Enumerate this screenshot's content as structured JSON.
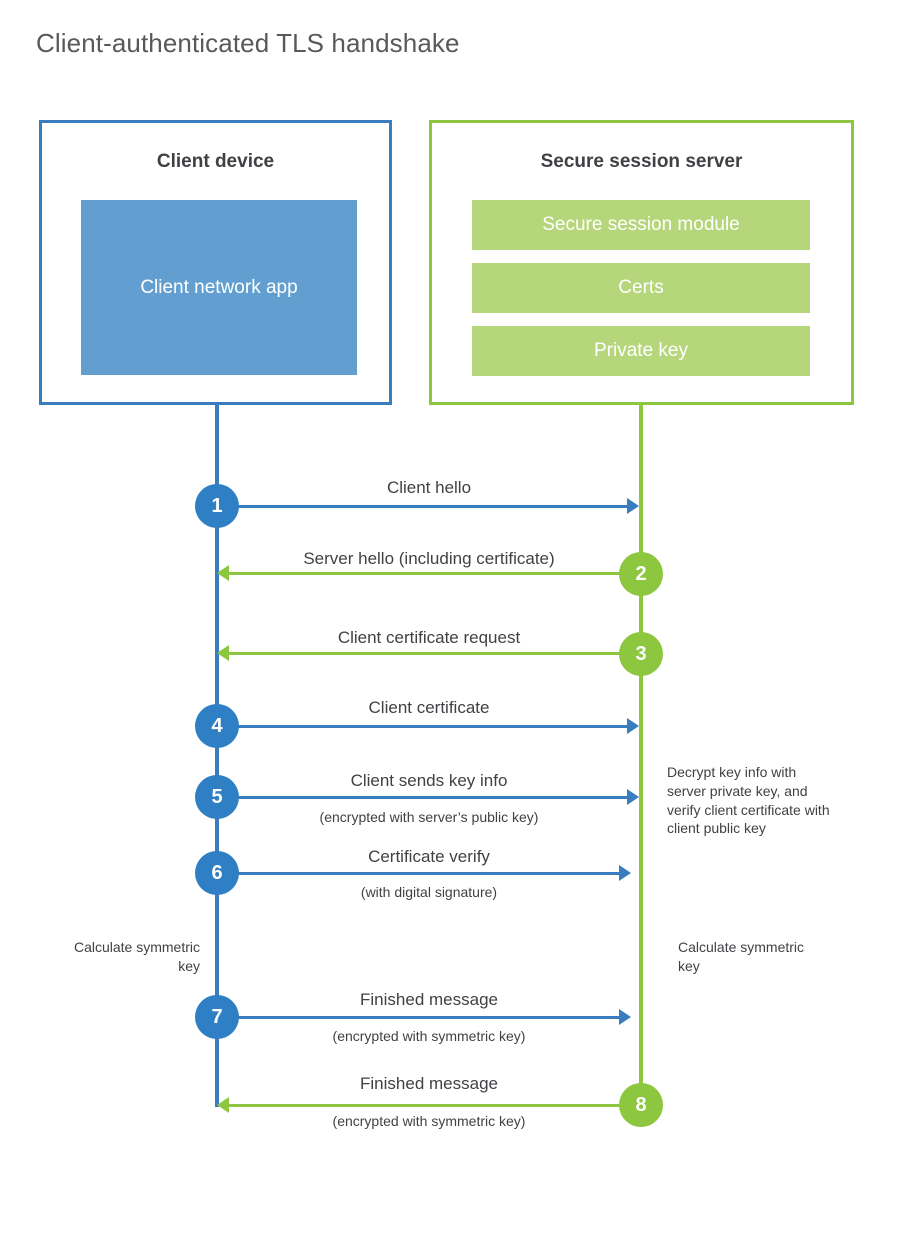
{
  "title": "Client-authenticated TLS handshake",
  "colors": {
    "client_blue": "#3a7dbf",
    "client_app_blue": "#629fd0",
    "badge_blue": "#2e7fc4",
    "server_green": "#8dc63f",
    "server_bar_green": "#b5d67a",
    "text_dark": "#3f4144",
    "title_gray": "#58595b"
  },
  "actors": {
    "client": {
      "title": "Client device",
      "app_label": "Client network app"
    },
    "server": {
      "title": "Secure session server",
      "components": [
        "Secure session module",
        "Certs",
        "Private key"
      ]
    }
  },
  "steps": [
    {
      "number": "1",
      "label": "Client hello",
      "sublabel": "",
      "direction": "client-to-server",
      "color": "blue"
    },
    {
      "number": "2",
      "label": "Server hello (including certificate)",
      "sublabel": "",
      "direction": "server-to-client",
      "color": "green"
    },
    {
      "number": "3",
      "label": "Client certificate request",
      "sublabel": "",
      "direction": "server-to-client",
      "color": "green"
    },
    {
      "number": "4",
      "label": "Client certificate",
      "sublabel": "",
      "direction": "client-to-server",
      "color": "blue"
    },
    {
      "number": "5",
      "label": "Client sends key info",
      "sublabel": "(encrypted with server’s public key)",
      "direction": "client-to-server",
      "color": "blue"
    },
    {
      "number": "6",
      "label": "Certificate verify",
      "sublabel": "(with digital signature)",
      "direction": "client-to-server",
      "color": "blue"
    },
    {
      "number": "7",
      "label": "Finished message",
      "sublabel": "(encrypted with symmetric key)",
      "direction": "client-to-server",
      "color": "blue"
    },
    {
      "number": "8",
      "label": "Finished message",
      "sublabel": "(encrypted with symmetric key)",
      "direction": "server-to-client",
      "color": "green"
    }
  ],
  "notes": {
    "server_decrypt": "Decrypt key info with server private key, and verify client certificate with client public key",
    "client_calculate": "Calculate symmetric key",
    "server_calculate": "Calculate symmetric key"
  }
}
